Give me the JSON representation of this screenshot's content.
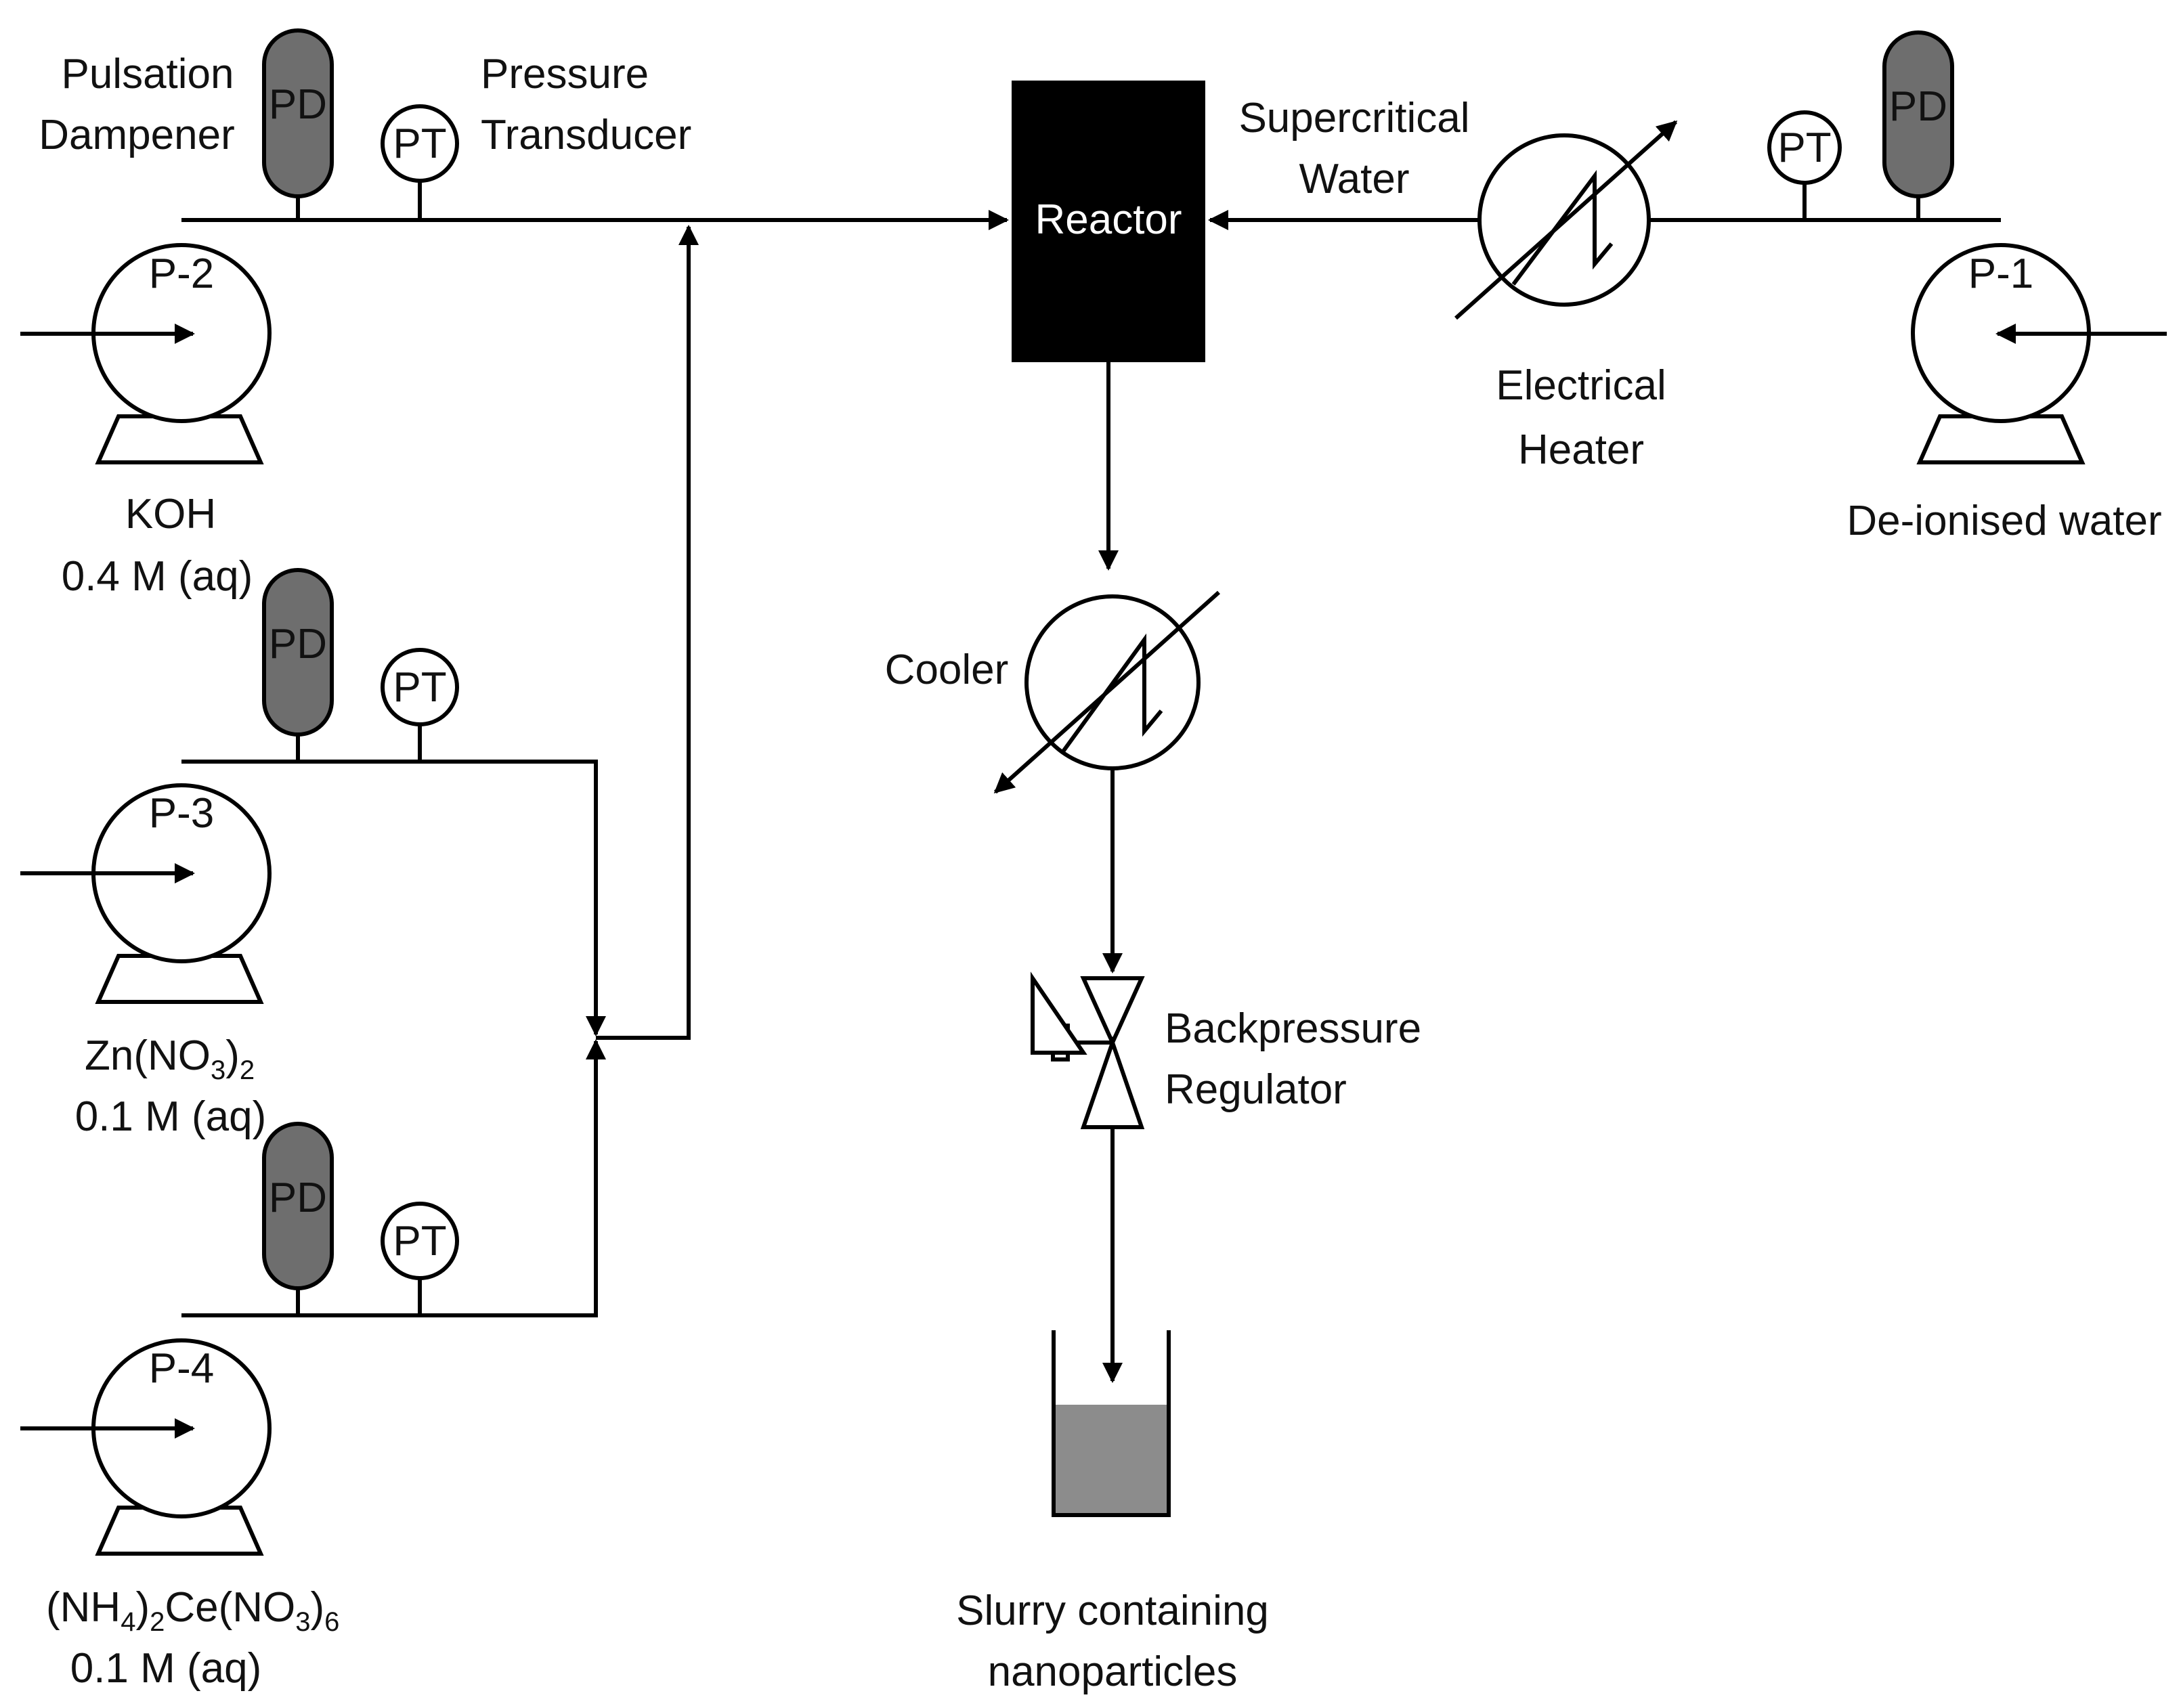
{
  "labels": {
    "pulsation_dampener": [
      "Pulsation",
      "Dampener"
    ],
    "pressure_transducer": [
      "Pressure",
      "Transducer"
    ],
    "supercritical_water": [
      "Supercritical",
      "Water"
    ],
    "reactor": "Reactor",
    "electrical_heater": [
      "Electrical",
      "Heater"
    ],
    "cooler": "Cooler",
    "backpressure_regulator": [
      "Backpressure",
      "Regulator"
    ],
    "slurry": [
      "Slurry containing",
      "nanoparticles"
    ],
    "pd": "PD",
    "pt": "PT"
  },
  "pumps": {
    "p1": {
      "id": "P-1",
      "feed": [
        "De-ionised water"
      ]
    },
    "p2": {
      "id": "P-2",
      "feed": [
        "KOH",
        "0.4 M (aq)"
      ]
    },
    "p3": {
      "id": "P-3",
      "feed": [
        "Zn(NO",
        "3",
        ")",
        "2",
        "0.1 M (aq)"
      ]
    },
    "p4": {
      "id": "P-4",
      "feed": [
        "(NH",
        "4",
        ")",
        "2",
        "Ce(NO",
        "3",
        ")",
        "6",
        "0.1 M (aq)"
      ]
    }
  },
  "colors": {
    "line": "#000000",
    "reactor_fill": "#000000",
    "dampener_fill": "#6e6e6e",
    "slurry_fill": "#8c8c8c"
  }
}
